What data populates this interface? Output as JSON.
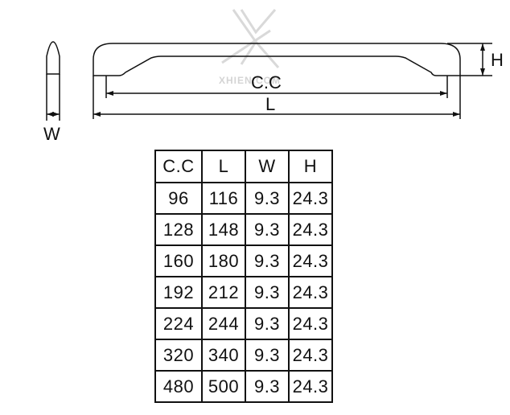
{
  "watermark": {
    "text": "XHIEN.COM"
  },
  "dimensions": {
    "cc": "C.C",
    "length": "L",
    "width": "W",
    "height": "H"
  },
  "table": {
    "headers": [
      "C.C",
      "L",
      "W",
      "H"
    ],
    "rows": [
      [
        "96",
        "116",
        "9.3",
        "24.3"
      ],
      [
        "128",
        "148",
        "9.3",
        "24.3"
      ],
      [
        "160",
        "180",
        "9.3",
        "24.3"
      ],
      [
        "192",
        "212",
        "9.3",
        "24.3"
      ],
      [
        "224",
        "244",
        "9.3",
        "24.3"
      ],
      [
        "320",
        "340",
        "9.3",
        "24.3"
      ],
      [
        "480",
        "500",
        "9.3",
        "24.3"
      ]
    ]
  }
}
